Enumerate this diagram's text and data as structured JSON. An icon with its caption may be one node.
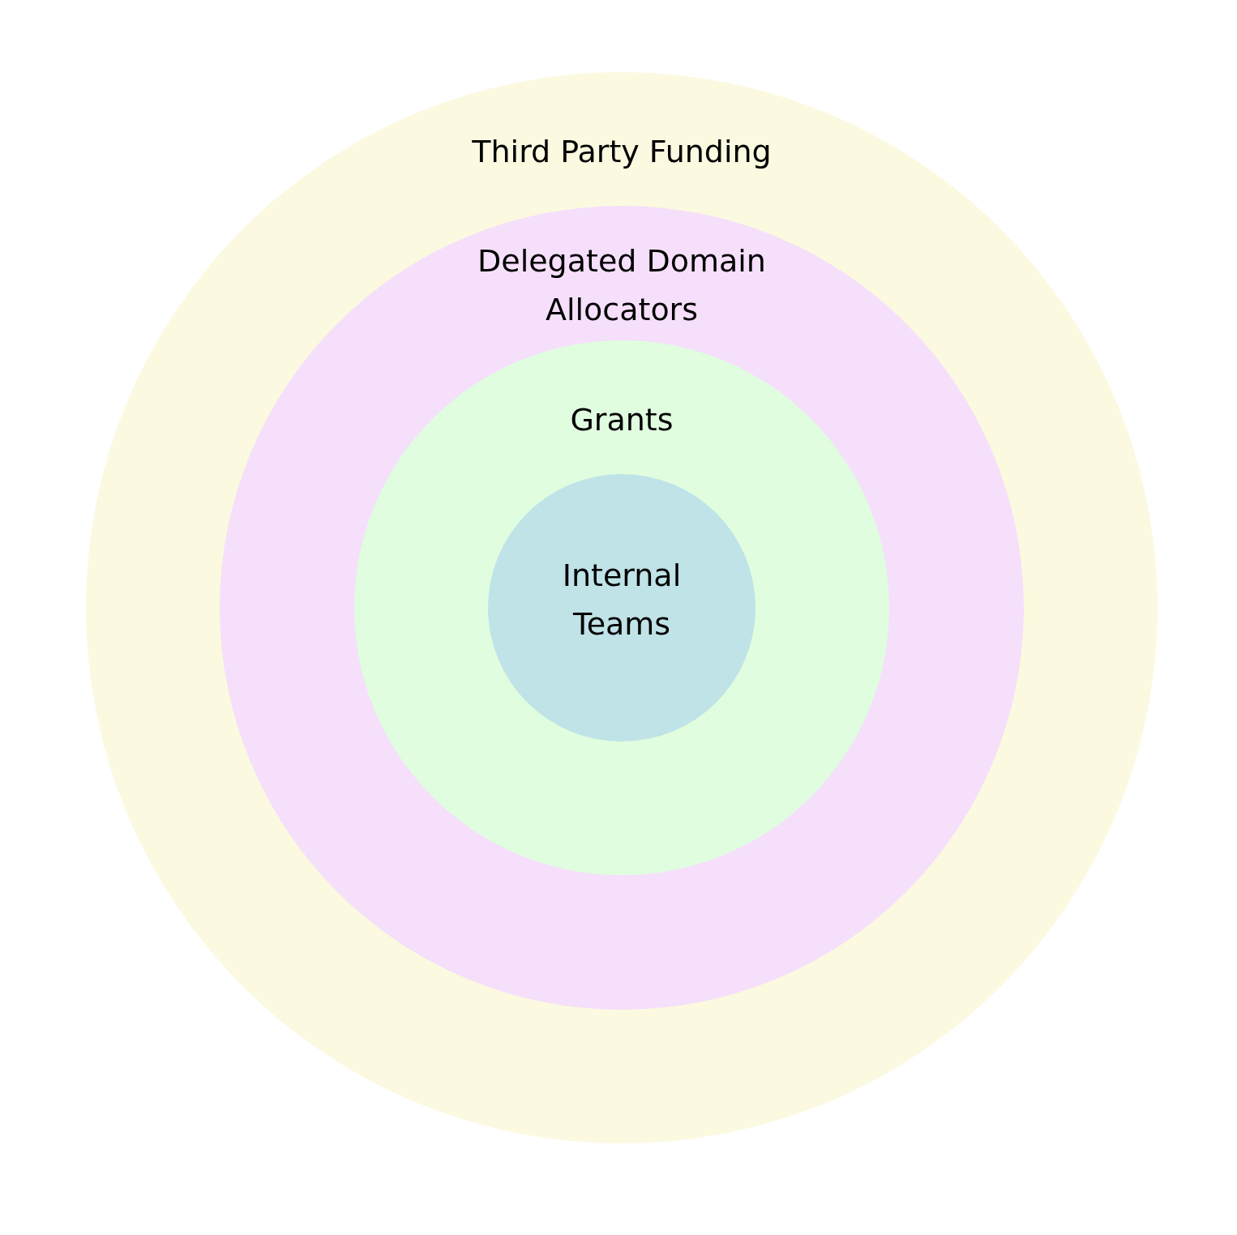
{
  "diagram": {
    "nodes": [
      {
        "text": [
          "Third Party Funding"
        ]
      },
      {
        "text": [
          "Delegated Domain Allocators"
        ],
        "in": 0
      },
      {
        "text": [
          "Grants"
        ],
        "in": 1
      },
      {
        "text": [
          "Internal Teams"
        ],
        "in": 2
      }
    ]
  }
}
